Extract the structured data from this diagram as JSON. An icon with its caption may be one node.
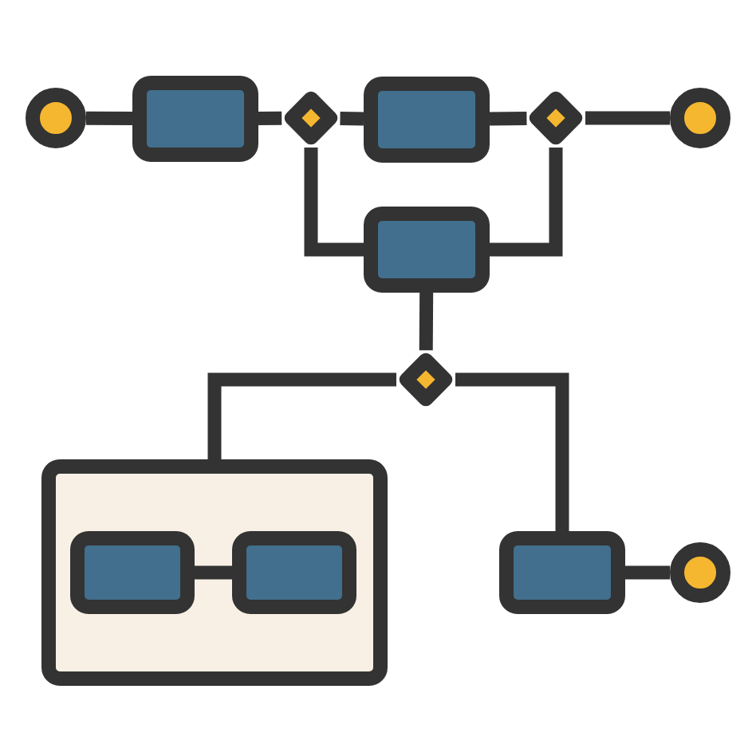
{
  "diagram": {
    "nodes": [
      {
        "text": [],
        "shape": "circle"
      },
      {
        "text": [],
        "shape": "box"
      },
      {
        "text": [],
        "shape": "diamond"
      },
      {
        "text": [],
        "shape": "box"
      },
      {
        "text": [],
        "shape": "diamond"
      },
      {
        "text": [],
        "shape": "circle"
      },
      {
        "text": [],
        "shape": "box"
      },
      {
        "text": [],
        "shape": "diamond"
      },
      {
        "text": [],
        "shape": "box"
      },
      {
        "text": [],
        "shape": "box",
        "in": 8
      },
      {
        "text": [],
        "shape": "box",
        "in": 8
      },
      {
        "text": [],
        "shape": "box"
      },
      {
        "text": [],
        "shape": "circle"
      }
    ],
    "edges": [
      {
        "from": 0,
        "to": 1,
        "arrow": "none"
      },
      {
        "from": 1,
        "to": 2,
        "arrow": "none"
      },
      {
        "from": 2,
        "to": 3,
        "arrow": "none"
      },
      {
        "from": 3,
        "to": 4,
        "arrow": "none"
      },
      {
        "from": 4,
        "to": 5,
        "arrow": "none"
      },
      {
        "from": 2,
        "to": 6,
        "arrow": "none"
      },
      {
        "from": 6,
        "to": 4,
        "arrow": "none"
      },
      {
        "from": 6,
        "to": 7,
        "arrow": "none"
      },
      {
        "from": 7,
        "to": 8,
        "arrow": "none"
      },
      {
        "from": 9,
        "to": 10,
        "arrow": "none"
      },
      {
        "from": 7,
        "to": 11,
        "arrow": "none"
      },
      {
        "from": 11,
        "to": 12,
        "arrow": "none"
      }
    ]
  }
}
